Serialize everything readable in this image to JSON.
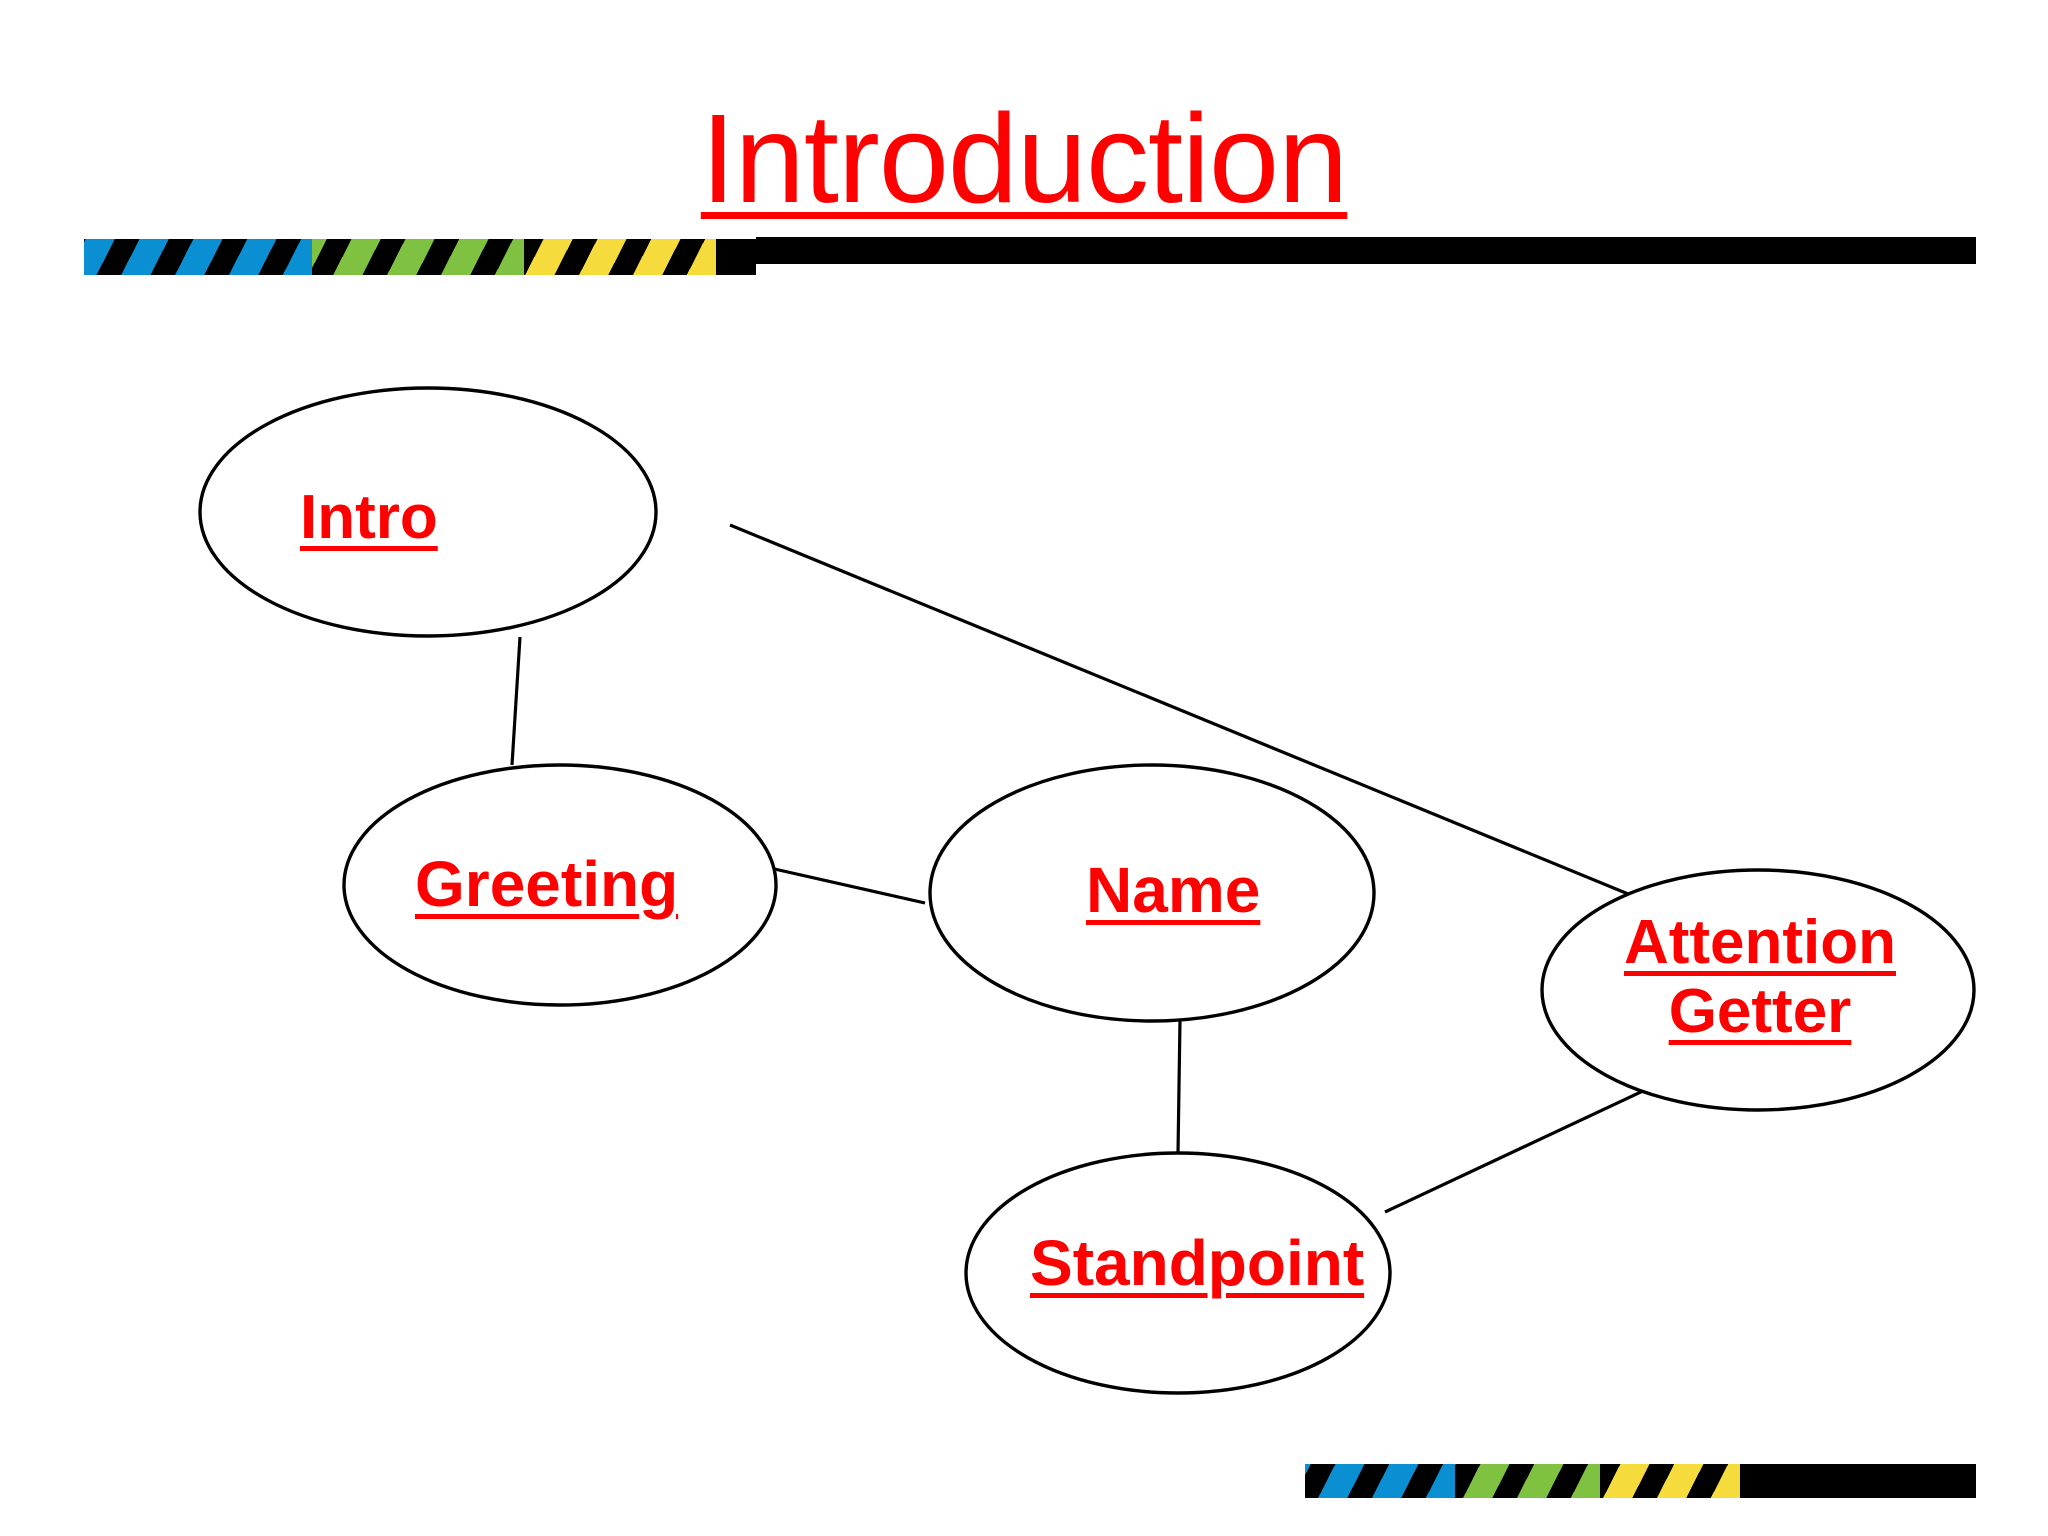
{
  "slide": {
    "title": "Introduction",
    "background_color": "#FFFFFF",
    "accent_color": "#FF0000",
    "outline_color": "#000000"
  },
  "decor": {
    "stripe_colors": {
      "blue": "#0B8FD3",
      "green": "#7FC241",
      "yellow": "#F5DC3C",
      "black": "#000000"
    },
    "top_bar_name": "top-decorative-stripe-bar",
    "bottom_bar_name": "bottom-decorative-stripe-bar"
  },
  "diagram": {
    "type": "concept-map",
    "nodes": [
      {
        "id": "intro",
        "label": "Intro",
        "lines": [
          "Intro"
        ]
      },
      {
        "id": "greeting",
        "label": "Greeting",
        "lines": [
          "Greeting"
        ]
      },
      {
        "id": "name",
        "label": "Name",
        "lines": [
          "Name"
        ]
      },
      {
        "id": "attention",
        "label": "Attention Getter",
        "lines": [
          "Attention",
          "Getter"
        ]
      },
      {
        "id": "standpoint",
        "label": "Standpoint",
        "lines": [
          "Standpoint"
        ]
      }
    ],
    "edges": [
      {
        "from": "intro",
        "to": "greeting"
      },
      {
        "from": "intro",
        "to": "attention"
      },
      {
        "from": "greeting",
        "to": "name"
      },
      {
        "from": "name",
        "to": "standpoint"
      },
      {
        "from": "standpoint",
        "to": "attention"
      }
    ]
  }
}
